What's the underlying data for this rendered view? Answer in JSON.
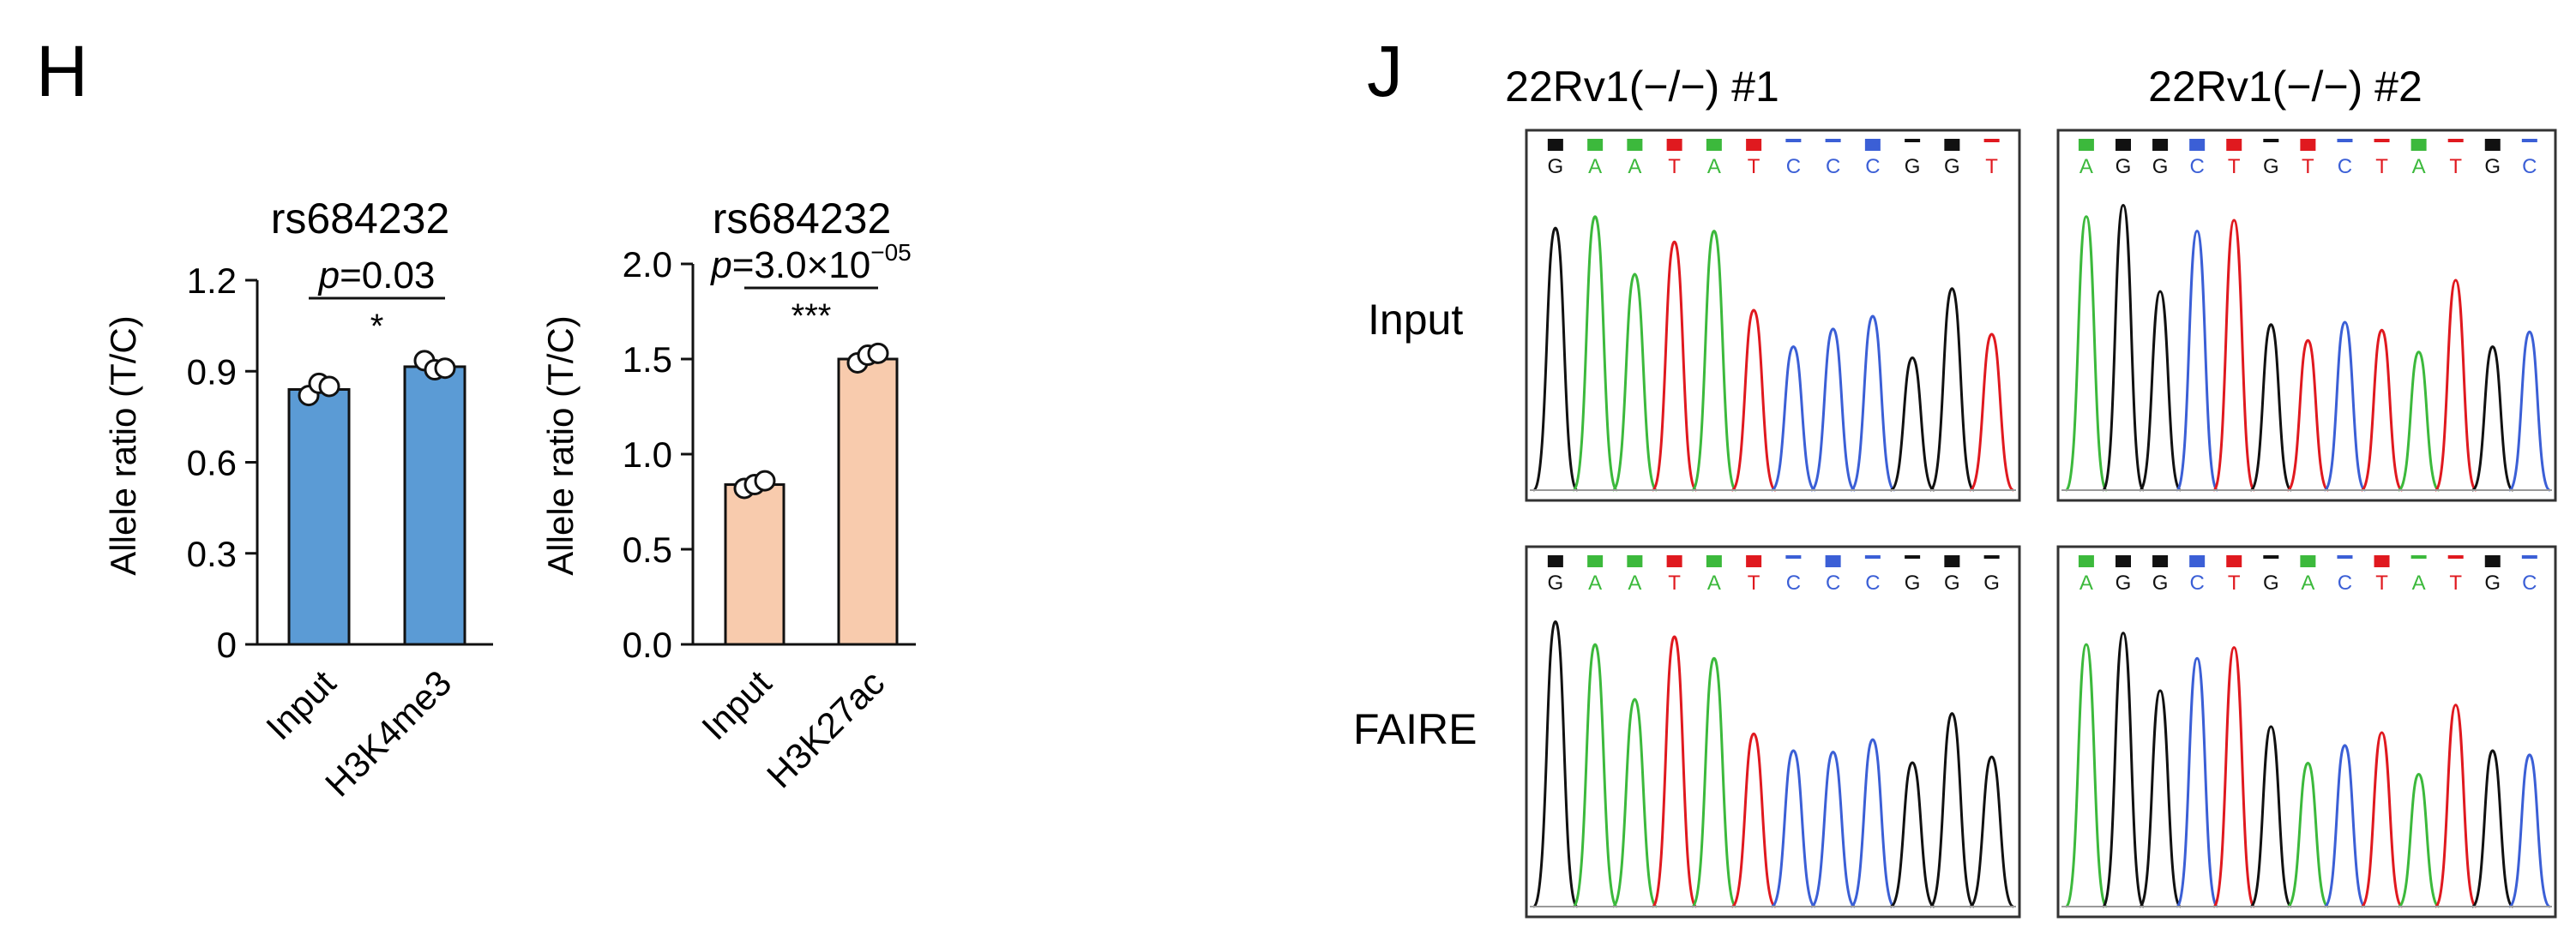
{
  "panel_labels": {
    "h": "H",
    "j": "J"
  },
  "chart_data": [
    {
      "type": "bar",
      "title": "rs684232",
      "ylabel": "Allele ratio (T/C)",
      "categories": [
        "Input",
        "H3K4me3"
      ],
      "values": [
        0.84,
        0.915
      ],
      "errors": [
        0.012,
        0.008
      ],
      "points": [
        [
          0.82,
          0.86,
          0.85
        ],
        [
          0.935,
          0.905,
          0.91
        ]
      ],
      "ylim": [
        0,
        1.2
      ],
      "yticks": [
        "0",
        "0.3",
        "0.6",
        "0.9",
        "1.2"
      ],
      "color": "#5b9bd5",
      "significance": {
        "p_prefix": "p",
        "p_value": "=0.03",
        "p_exponent": "",
        "stars": "*"
      }
    },
    {
      "type": "bar",
      "title": "rs684232",
      "ylabel": "Allele ratio (T/C)",
      "categories": [
        "Input",
        "H3K27ac"
      ],
      "values": [
        0.84,
        1.5
      ],
      "errors": [
        0.015,
        0.02
      ],
      "points": [
        [
          0.82,
          0.84,
          0.86
        ],
        [
          1.48,
          1.52,
          1.53
        ]
      ],
      "ylim": [
        0,
        2.0
      ],
      "yticks": [
        "0.0",
        "0.5",
        "1.0",
        "1.5",
        "2.0"
      ],
      "color": "#f8cbad",
      "significance": {
        "p_prefix": "p",
        "p_value": "=3.0×10",
        "p_exponent": "−05",
        "stars": "***"
      }
    }
  ],
  "chromatograms": {
    "columns": [
      "22Rv1(−/−) #1",
      "22Rv1(−/−) #2"
    ],
    "rows": [
      "Input",
      "FAIRE"
    ],
    "sequences": [
      "GAATATCCCGGT",
      "AGGCTGTCTATGC",
      "GAATATCCCGGG",
      "AGGCTGACTATGC"
    ],
    "base_colors": {
      "A": "#3cb93c",
      "G": "#111111",
      "C": "#3b5fd6",
      "T": "#e0191f"
    }
  }
}
